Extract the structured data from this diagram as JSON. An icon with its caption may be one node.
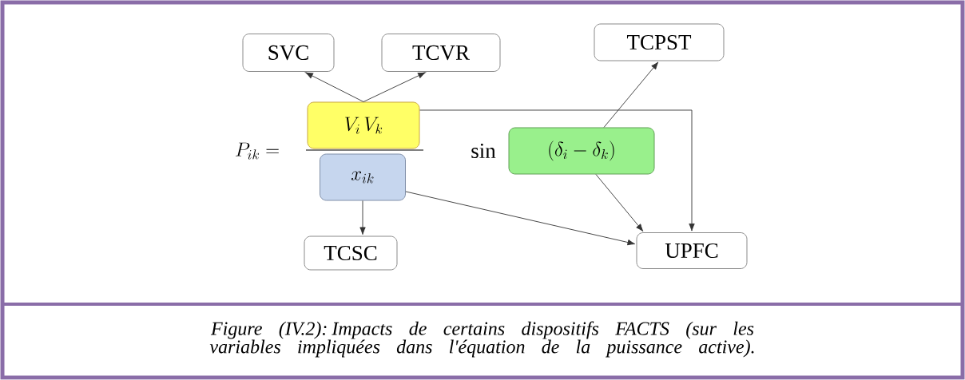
{
  "diagram": {
    "caption": "Figure (IV.2): Impacts de certains dispositifs FACTS (sur les variables impliquées dans l'équation de la puissance active).",
    "nodes": [
      {
        "text": [
          "SVC"
        ]
      },
      {
        "text": [
          "TCVR"
        ]
      },
      {
        "text": [
          "TCPST"
        ]
      },
      {
        "text": [
          "V_i \\, V_k"
        ]
      },
      {
        "text": [
          "(\\delta_i - \\delta_k)"
        ]
      },
      {
        "text": [
          "x_{ik}"
        ]
      },
      {
        "text": [
          "TCSC"
        ]
      },
      {
        "text": [
          "UPFC"
        ]
      }
    ],
    "edges": [
      {
        "from": 3,
        "to": 0,
        "arrow": "to"
      },
      {
        "from": 3,
        "to": 1,
        "arrow": "to"
      },
      {
        "from": 3,
        "to": 7,
        "arrow": "to"
      },
      {
        "from": 4,
        "to": 2,
        "arrow": "to"
      },
      {
        "from": 4,
        "to": 7,
        "arrow": "to"
      },
      {
        "from": 5,
        "to": 6,
        "arrow": "to"
      },
      {
        "from": 5,
        "to": 7,
        "arrow": "to"
      }
    ],
    "labels": [
      "P_{ik} =",
      "sin"
    ]
  }
}
